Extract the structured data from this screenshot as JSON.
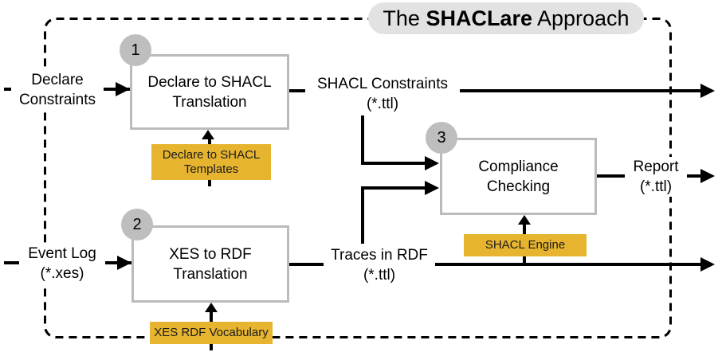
{
  "title": {
    "prefix": "The ",
    "brand": "SHACLare",
    "suffix": " Approach"
  },
  "badges": {
    "step1": "1",
    "step2": "2",
    "step3": "3"
  },
  "boxes": {
    "declare_translation": {
      "line1": "Declare to SHACL",
      "line2": "Translation"
    },
    "xes_translation": {
      "line1": "XES to RDF",
      "line2": "Translation"
    },
    "compliance": {
      "line1": "Compliance",
      "line2": "Checking"
    }
  },
  "components": {
    "declare_templates": {
      "line1": "Declare to SHACL",
      "line2": "Templates"
    },
    "shacl_engine": {
      "label": "SHACL Engine"
    },
    "xes_vocabulary": {
      "label": "XES RDF Vocabulary"
    }
  },
  "io": {
    "declare_constraints": {
      "line1": "Declare",
      "line2": "Constraints"
    },
    "event_log": {
      "line1": "Event Log",
      "line2": "(*.xes)"
    },
    "shacl_constraints": {
      "line1": "SHACL Constraints",
      "line2": "(*.ttl)"
    },
    "traces": {
      "line1": "Traces in RDF",
      "line2": "(*.ttl)"
    },
    "report": {
      "line1": "Report",
      "line2": "(*.ttl)"
    }
  },
  "colors": {
    "accent_yellow": "#E6B42F",
    "box_border_gray": "#BBBBBB",
    "badge_gray": "#BEBEBE",
    "title_pill_gray": "#E2E2E2",
    "line_black": "#000000",
    "background": "#FFFFFF"
  }
}
